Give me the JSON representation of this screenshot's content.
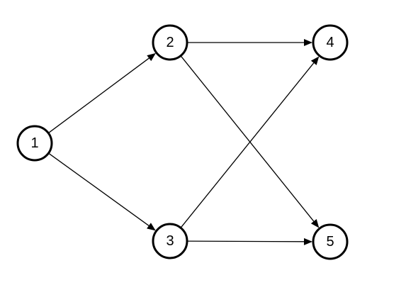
{
  "graph": {
    "nodes": [
      {
        "id": "1",
        "label": "1"
      },
      {
        "id": "2",
        "label": "2"
      },
      {
        "id": "3",
        "label": "3"
      },
      {
        "id": "4",
        "label": "4"
      },
      {
        "id": "5",
        "label": "5"
      }
    ],
    "edges": [
      {
        "from": "1",
        "to": "2"
      },
      {
        "from": "1",
        "to": "3"
      },
      {
        "from": "2",
        "to": "4"
      },
      {
        "from": "2",
        "to": "5"
      },
      {
        "from": "3",
        "to": "4"
      },
      {
        "from": "3",
        "to": "5"
      }
    ],
    "directed": true
  }
}
